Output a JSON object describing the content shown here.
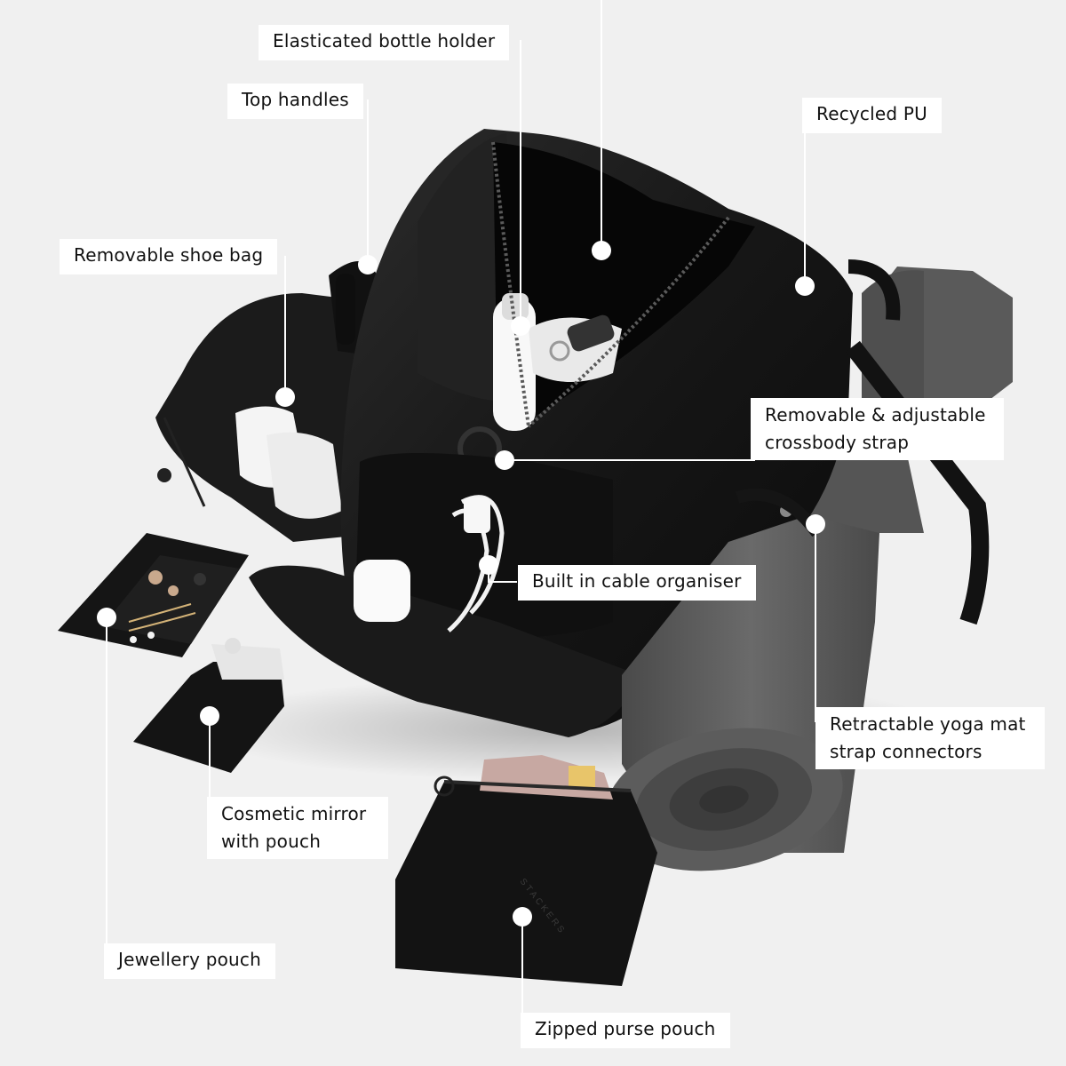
{
  "brand": {
    "purse_logo": "STACKERS"
  },
  "colors": {
    "background": "#f0f0f0",
    "bag": "#161616",
    "yoga_mat": "#5d5d5d",
    "label_bg": "#ffffff",
    "callout_line": "#ffffff"
  },
  "callouts": {
    "bottle_holder": "Elasticated bottle holder",
    "top_handles": "Top handles",
    "recycled_pu": "Recycled PU",
    "shoe_bag": "Removable shoe bag",
    "crossbody_line1": "Removable & adjustable",
    "crossbody_line2": "crossbody strap",
    "cable_organiser": "Built in cable organiser",
    "yoga_line1": "Retractable yoga mat",
    "yoga_line2": "strap connectors",
    "mirror_line1": "Cosmetic mirror",
    "mirror_line2": "with pouch",
    "jewellery_pouch": "Jewellery pouch",
    "purse_pouch": "Zipped purse pouch"
  }
}
